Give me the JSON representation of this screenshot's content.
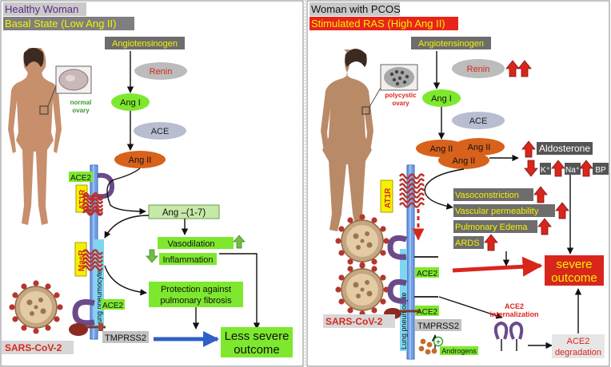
{
  "left": {
    "title1": "Healthy Woman",
    "title2": "Basal State (Low Ang II)",
    "angiotensinogen": "Angiotensinogen",
    "renin": "Renin",
    "ang1": "Ang I",
    "ace": "ACE",
    "ang2": "Ang II",
    "ace2_top": "ACE2",
    "at1r": "AT1R",
    "masr": "MasR",
    "ang17": "Ang –(1-7)",
    "vasodilation": "Vasodilation",
    "inflammation": "Inflammation",
    "protection_l1": "Protection against",
    "protection_l2": "pulmonary fibrosis",
    "ace2_bottom": "ACE2",
    "tmprss2": "TMPRSS2",
    "sars": "SARS-CoV-2",
    "lung": "Lung pneumocyte",
    "ovary_l1": "normal",
    "ovary_l2": "ovary",
    "outcome_l1": "Less severe",
    "outcome_l2": "outcome"
  },
  "right": {
    "title1": "Woman with PCOS",
    "title2": "Stimulated RAS (High Ang II)",
    "angiotensinogen": "Angiotensinogen",
    "renin": "Renin",
    "ang1": "Ang I",
    "ace": "ACE",
    "ang2": "Ang II",
    "aldosterone": "Aldosterone",
    "k": "K⁺",
    "na": "Na⁺",
    "bp": "BP",
    "at1r": "AT1R",
    "vasoconstriction": "Vasoconstriction",
    "permeability": "Vascular permeability",
    "edema": "Pulmonary Edema",
    "ards": "ARDS",
    "ace2_a": "ACE2",
    "ace2_b": "ACE2",
    "tmprss2": "TMPRSS2",
    "sars": "SARS-CoV-2",
    "lung": "Lung pneumocyte",
    "androgens": "Androgens",
    "plus": "+",
    "ovary_l1": "polycystic",
    "ovary_l2": "ovary",
    "internal_l1": "ACE2",
    "internal_l2": "internalization",
    "degrad_l1": "ACE2",
    "degrad_l2": "degradation",
    "outcome_l1": "severe",
    "outcome_l2": "outcome"
  },
  "colors": {
    "title_purple": "#5b2a86",
    "title_yellow": "#f2f200",
    "title_red": "#e8231a",
    "label_gray": "#6d6d6d",
    "green_box": "#7ee82e",
    "orange_ang": "#d8611c",
    "arrow_red": "#d9261c",
    "arrow_green": "#6fbf45",
    "arrow_blue": "#2f5fc7",
    "receptor_red": "#b8322d",
    "membrane_blue": "#5a7fd9"
  }
}
